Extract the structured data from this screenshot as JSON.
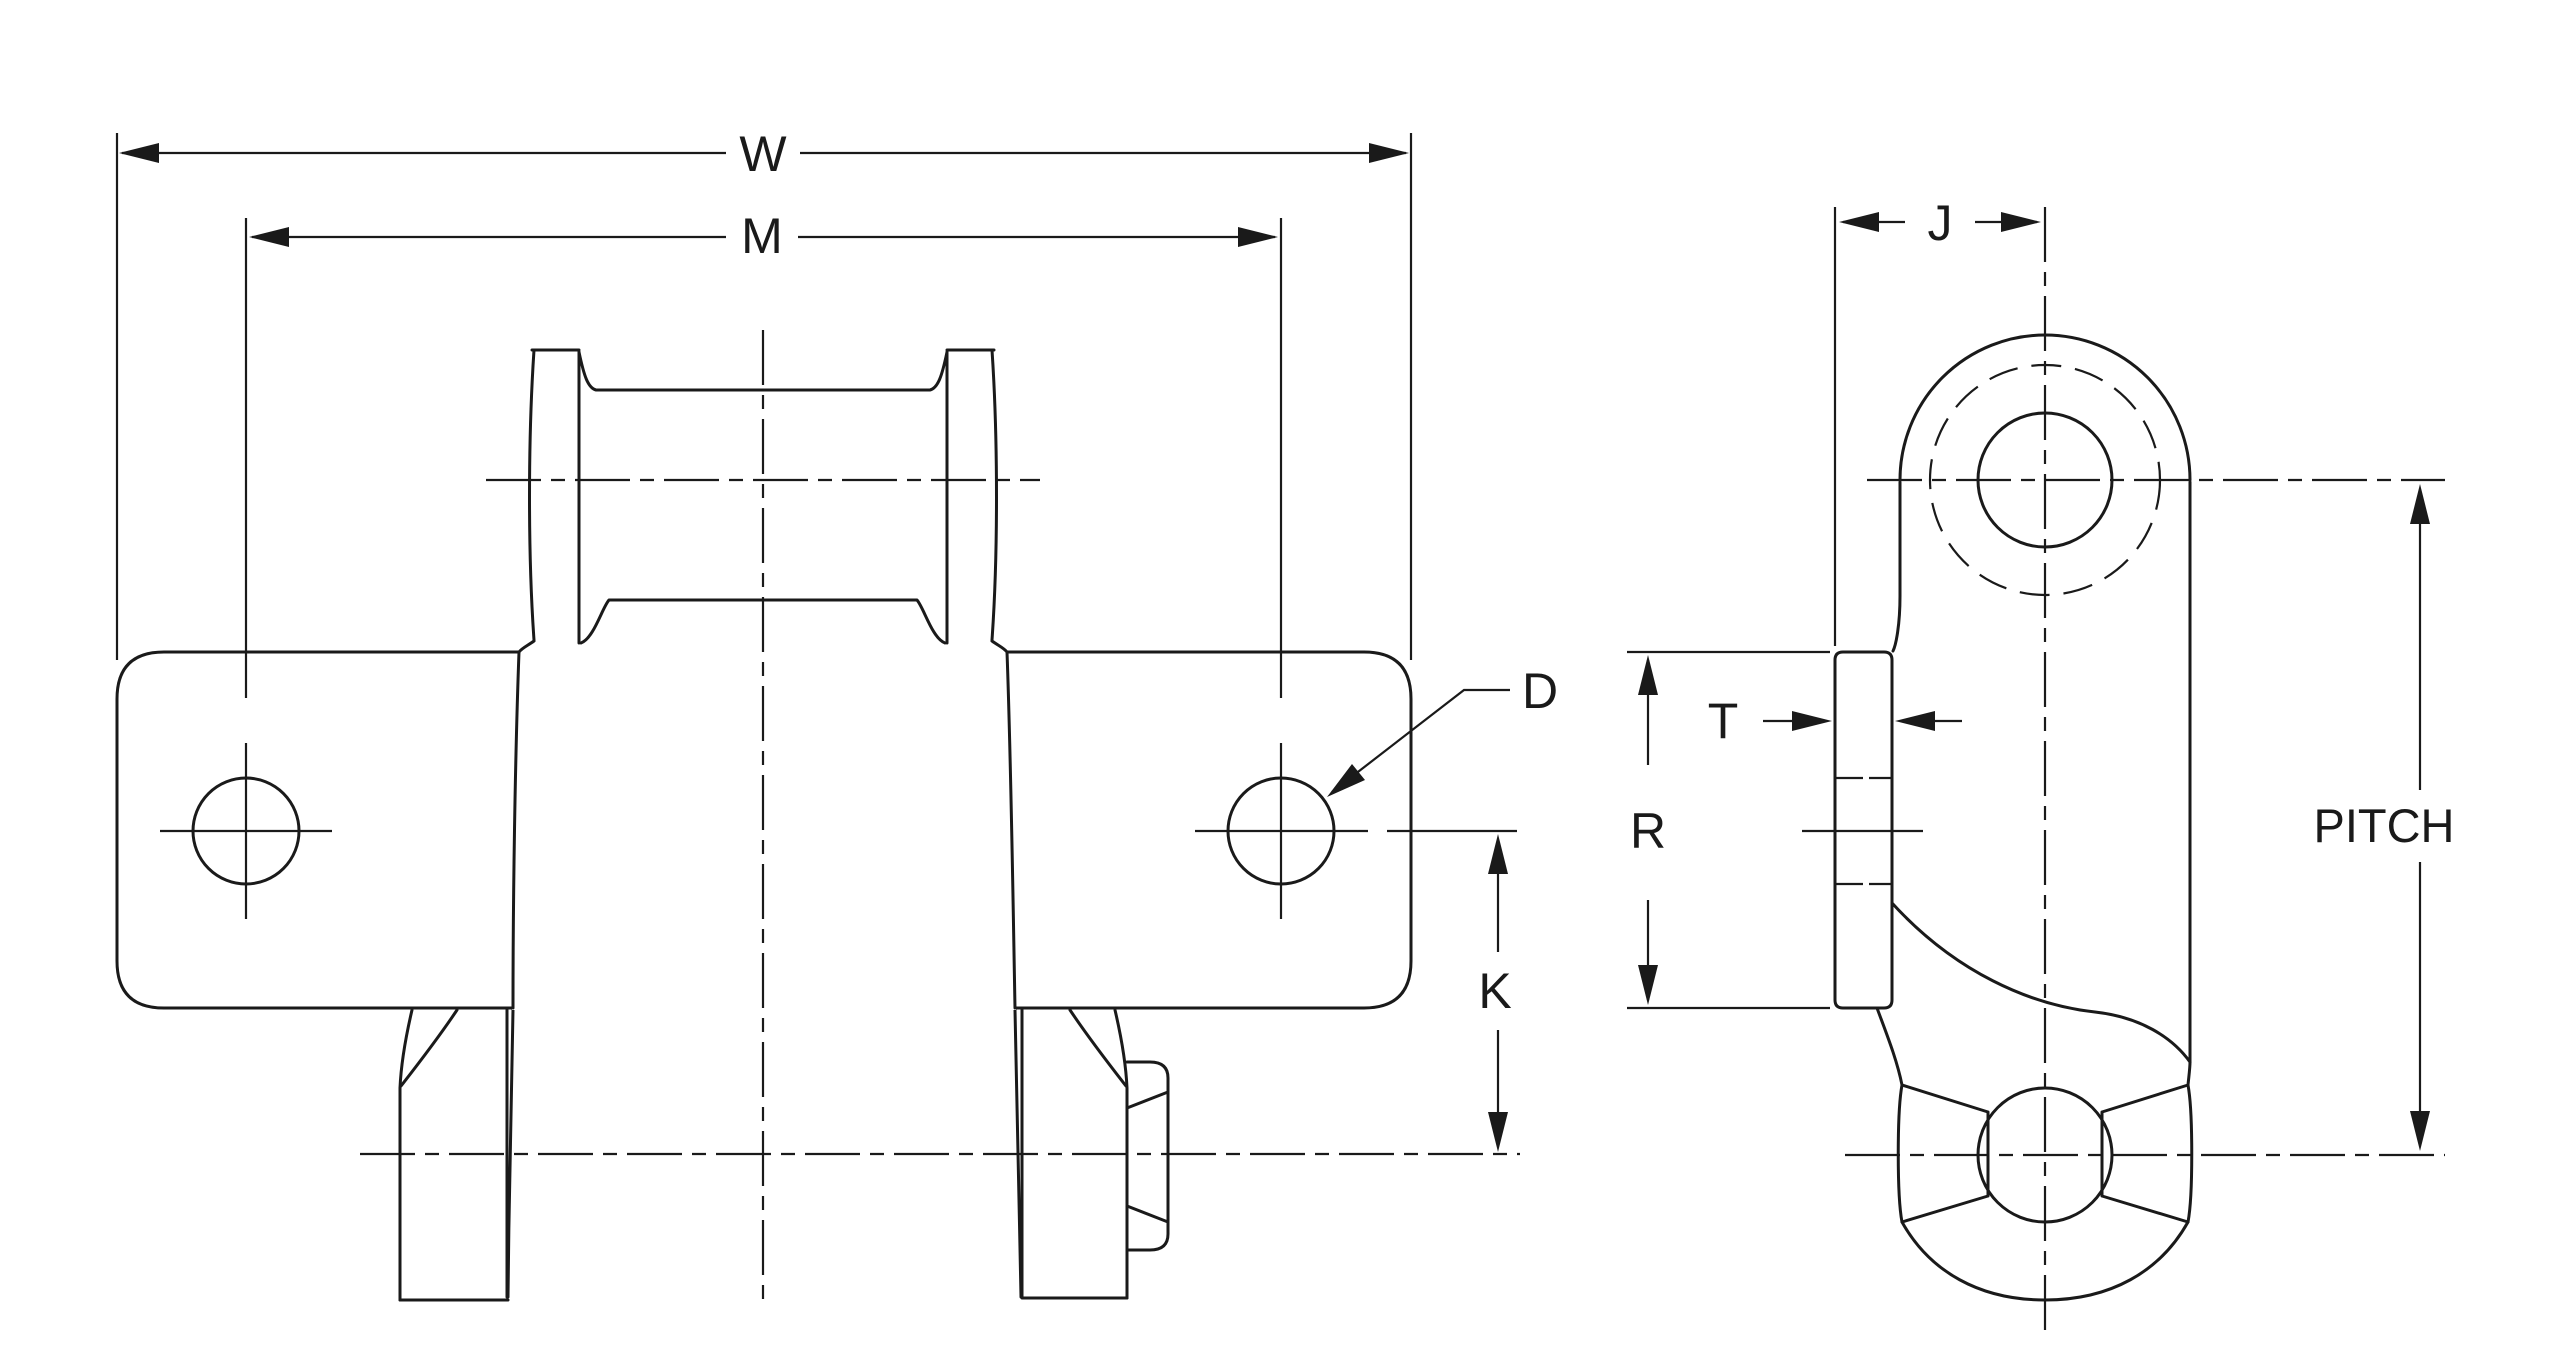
{
  "page": {
    "background_color": "#ffffff",
    "line_color": "#1a1a1a"
  },
  "drawing": {
    "type": "engineering-dimension-drawing",
    "views": {
      "front_view": "chain attachment link - front elevation",
      "side_view": "chain attachment link - side elevation"
    },
    "dimensions": {
      "overall_width": "W",
      "mounting_width": "M",
      "hole_diameter": "D",
      "hole_height": "K",
      "attachment_offset": "J",
      "plate_thickness": "T",
      "plate_height": "R",
      "chain_pitch": "PITCH"
    }
  }
}
